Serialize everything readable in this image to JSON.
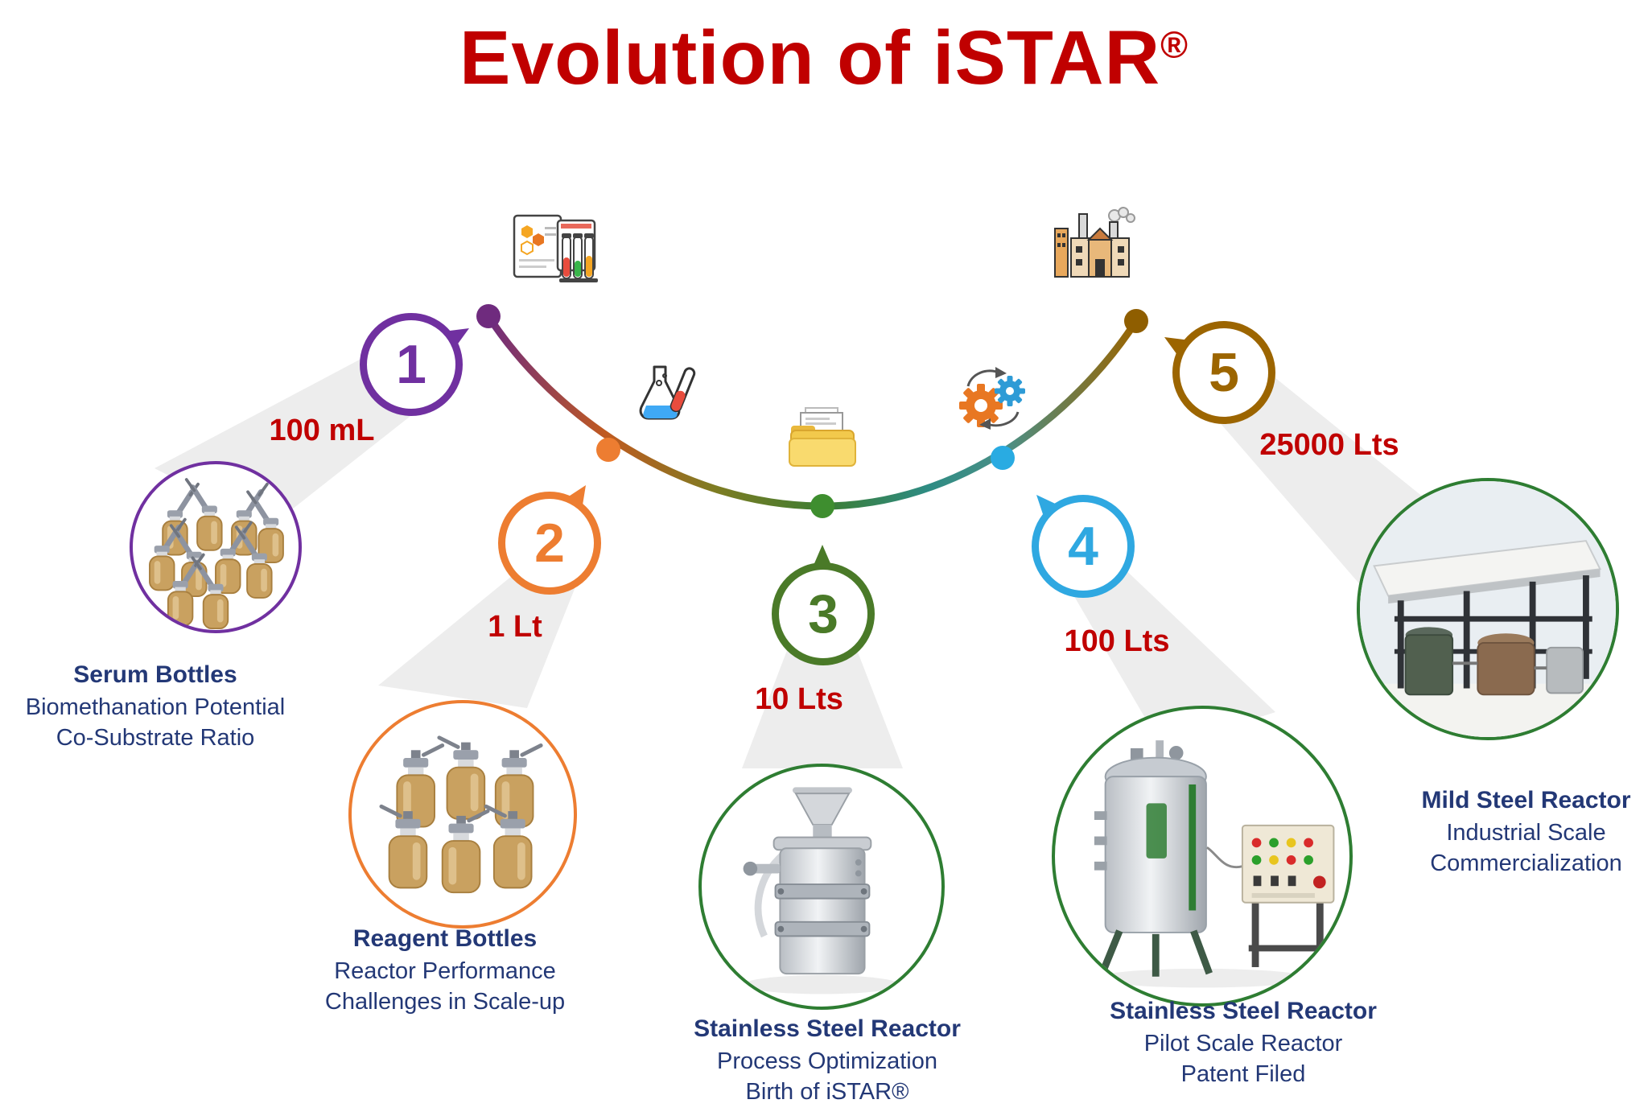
{
  "title": {
    "text": "Evolution of iSTAR",
    "registered": "®"
  },
  "colors": {
    "title_red": "#C00000",
    "volume_red": "#C00000",
    "caption_navy": "#233876",
    "beam_gray": "#EDEDED",
    "stage1": "#7030A0",
    "stage2": "#ED7D31",
    "stage3": "#4A7A28",
    "stage4": "#2FA8E1",
    "stage5": "#9C6500",
    "photo_border_green": "#2E7D32"
  },
  "stages": [
    {
      "number": "1",
      "volume": "100 mL",
      "name": "Serum Bottles",
      "lines": [
        "Biomethanation Potential",
        "Co-Substrate Ratio"
      ],
      "icon": "lab-analysis-icon",
      "photo": "serum-bottles-photo"
    },
    {
      "number": "2",
      "volume": "1 Lt",
      "name": "Reagent Bottles",
      "lines": [
        "Reactor Performance",
        "Challenges in Scale-up"
      ],
      "icon": "flasks-icon",
      "photo": "reagent-bottles-photo"
    },
    {
      "number": "3",
      "volume": "10 Lts",
      "name": "Stainless Steel Reactor",
      "lines": [
        "Process Optimization",
        "Birth of iSTAR®"
      ],
      "icon": "documents-folder-icon",
      "photo": "stainless-reactor-photo"
    },
    {
      "number": "4",
      "volume": "100 Lts",
      "name": "Stainless Steel Reactor",
      "lines": [
        "Pilot Scale Reactor",
        "Patent Filed"
      ],
      "icon": "gears-icon",
      "photo": "pilot-reactor-photo"
    },
    {
      "number": "5",
      "volume": "25000 Lts",
      "name": "Mild Steel Reactor",
      "lines": [
        "Industrial Scale",
        "Commercialization"
      ],
      "icon": "factory-icon",
      "photo": "industrial-reactor-photo"
    }
  ]
}
